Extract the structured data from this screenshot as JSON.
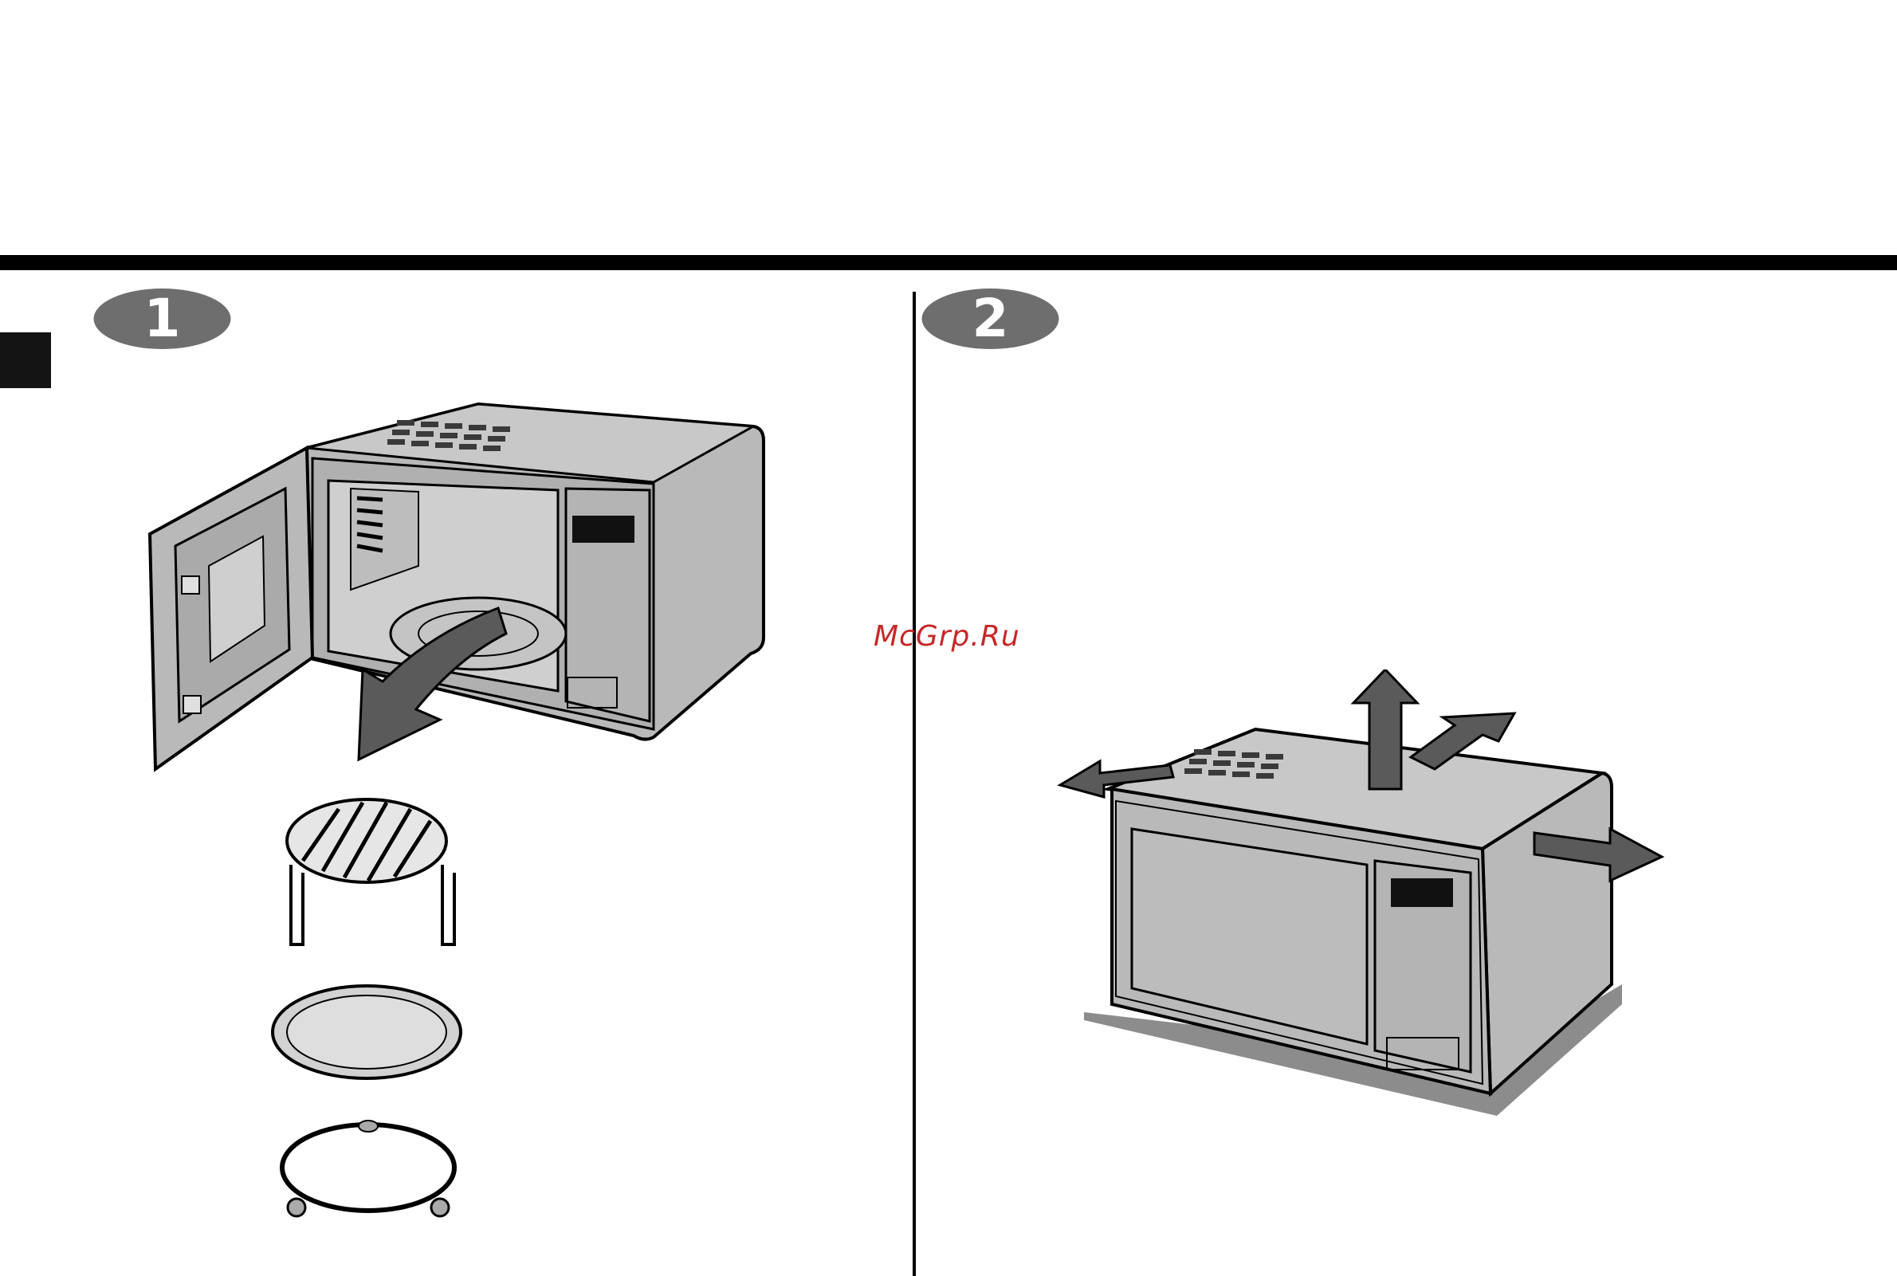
{
  "steps": [
    {
      "number": "1"
    },
    {
      "number": "2"
    }
  ],
  "watermark": {
    "text": "McGrp.Ru"
  },
  "colors": {
    "rule": "#000000",
    "badge_fill": "#6e6e6e",
    "appliance_body": "#b9b9b9",
    "arrow_fill": "#5a5a5a",
    "shadow": "#8c8c8c",
    "watermark": "#c62828"
  },
  "icons": {
    "step1_illustration": "microwave-open-door-icon",
    "step2_illustration": "microwave-ventilation-icon",
    "grill_rack": "grill-rack-icon",
    "glass_tray": "glass-tray-icon",
    "roller_ring": "roller-ring-icon"
  }
}
